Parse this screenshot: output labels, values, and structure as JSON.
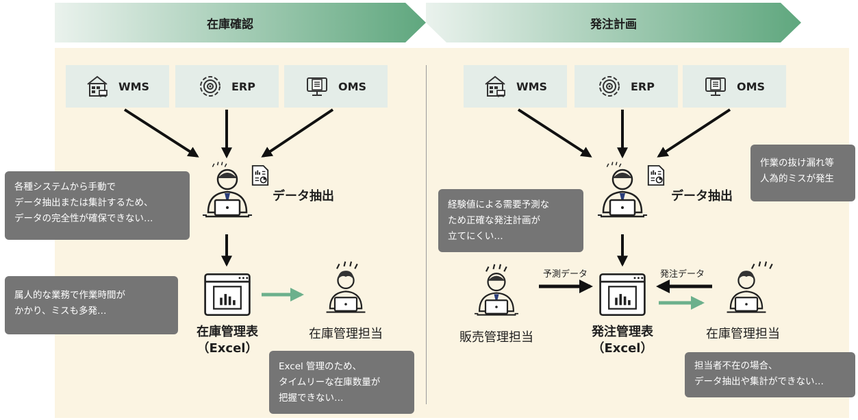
{
  "phases": [
    "在庫確認",
    "発注計画"
  ],
  "systems": {
    "wms": "WMS",
    "erp": "ERP",
    "oms": "OMS"
  },
  "left": {
    "extract_label": "データ抽出",
    "sheet_title": "在庫管理表",
    "sheet_sub": "（Excel）",
    "person_label": "在庫管理担当",
    "note1": [
      "各種システムから手動で",
      "データ抽出または集計するため、",
      "データの完全性が確保できない…"
    ],
    "note2": [
      "属人的な業務で作業時間が",
      "かかり、ミスも多発…"
    ],
    "note3": [
      "Excel 管理のため、",
      "タイムリーな在庫数量が",
      "把握できない…"
    ]
  },
  "right": {
    "extract_label": "データ抽出",
    "sheet_title": "発注管理表",
    "sheet_sub": "（Excel）",
    "sales_label": "販売管理担当",
    "inventory_label": "在庫管理担当",
    "forecast_label": "予測データ",
    "order_label": "発注データ",
    "note1": [
      "経験値による需要予測な",
      "ため正確な発注計画が",
      "立てにくい…"
    ],
    "note2": [
      "作業の抜け漏れ等",
      "人為的ミスが発生"
    ],
    "note3": [
      "担当者不在の場合、",
      "データ抽出や集計ができない…"
    ]
  },
  "colors": {
    "banner_start": "#eaf2ed",
    "banner_end": "#5fa77e",
    "panel": "#fbf4e2",
    "system_box": "#e4ede8",
    "note": "#757575",
    "green_arrow": "#6cb08c"
  }
}
